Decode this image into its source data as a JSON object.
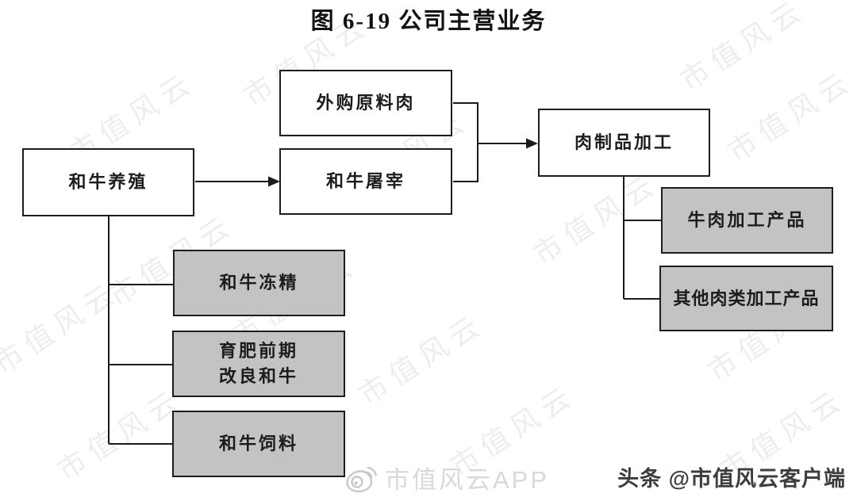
{
  "title": "图 6-19  公司主营业务",
  "nodes": {
    "wagyu_breeding": {
      "label": "和牛养殖",
      "fill": "#ffffff"
    },
    "purchased_raw_meat": {
      "label": "外购原料肉",
      "fill": "#ffffff"
    },
    "wagyu_slaughter": {
      "label": "和牛屠宰",
      "fill": "#ffffff"
    },
    "meat_product_processing": {
      "label": "肉制品加工",
      "fill": "#ffffff"
    },
    "beef_processed_products": {
      "label": "牛肉加工产品",
      "fill": "#c3c3c3"
    },
    "other_meat_processed_products": {
      "label": "其他肉类加工产品",
      "fill": "#c3c3c3"
    },
    "wagyu_frozen_semen": {
      "label": "和牛冻精",
      "fill": "#c3c3c3"
    },
    "pre_fattening_improved_wagyu": {
      "label": "育肥前期\n改良和牛",
      "fill": "#c3c3c3"
    },
    "wagyu_feed": {
      "label": "和牛饲料",
      "fill": "#c3c3c3"
    }
  },
  "watermark": {
    "text": "市值风云",
    "app_label": "市值风云APP"
  },
  "footer": {
    "credit": "头条 @市值风云客户端"
  },
  "icons": {
    "weibo_logo": "weibo-eye-logo"
  },
  "colors": {
    "box_border": "#1d1d1d",
    "gray_box_fill": "#c3c3c3",
    "white_box_fill": "#ffffff",
    "connector": "#1b1b1b",
    "watermark_gray": "#ececec",
    "credit_text": "#3d3d3d"
  }
}
